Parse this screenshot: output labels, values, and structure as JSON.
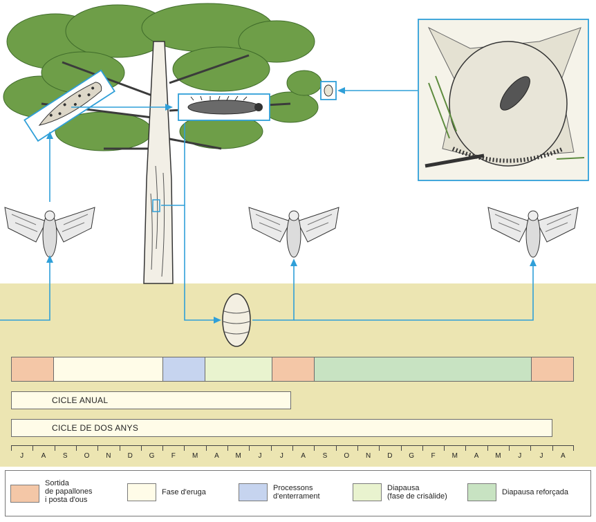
{
  "colors": {
    "ground": "#ece5b2",
    "arrow": "#2f9fd8",
    "foliage": "#6e9e48"
  },
  "phases": [
    {
      "name": "sortida",
      "color": "#f4c7a7",
      "weight": 1
    },
    {
      "name": "eruga",
      "color": "#fffce8",
      "weight": 2.6
    },
    {
      "name": "processons",
      "color": "#c6d4ef",
      "weight": 1
    },
    {
      "name": "crisalide",
      "color": "#e9f3cf",
      "weight": 1.6
    },
    {
      "name": "sortida",
      "color": "#f4c7a7",
      "weight": 1
    },
    {
      "name": "reforcada",
      "color": "#c8e3c2",
      "weight": 5.2
    },
    {
      "name": "sortida",
      "color": "#f4c7a7",
      "weight": 1
    }
  ],
  "cycles": {
    "annual": "CICLE ANUAL",
    "two_year": "CICLE DE DOS ANYS"
  },
  "months": [
    "J",
    "A",
    "S",
    "O",
    "N",
    "D",
    "G",
    "F",
    "M",
    "A",
    "M",
    "J",
    "J",
    "A",
    "S",
    "O",
    "N",
    "D",
    "G",
    "F",
    "M",
    "A",
    "M",
    "J",
    "J",
    "A"
  ],
  "legend": [
    {
      "label": "Sortida\nde papallones\ni posta d'ous",
      "color": "#f4c7a7"
    },
    {
      "label": "Fase d'eruga",
      "color": "#fffce8"
    },
    {
      "label": "Processons\nd'enterrament",
      "color": "#c6d4ef"
    },
    {
      "label": "Diapausa\n(fase de crisàlide)",
      "color": "#e9f3cf"
    },
    {
      "label": "Diapausa reforçada",
      "color": "#c8e3c2"
    }
  ]
}
